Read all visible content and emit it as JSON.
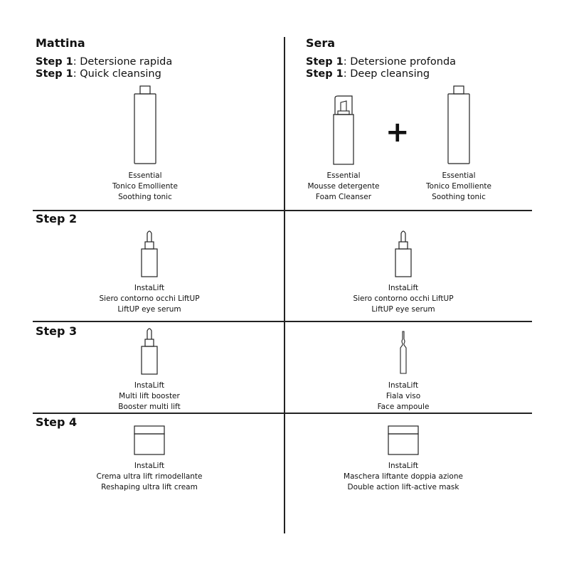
{
  "morning": {
    "title": "Mattina",
    "step1_label": "Step 1",
    "step1_it": ": Detersione rapida",
    "step1_en": ": Quick cleansing"
  },
  "evening": {
    "title": "Sera",
    "step1_label": "Step 1",
    "step1_it": ": Detersione profonda",
    "step1_en": ": Deep cleansing"
  },
  "step_labels": {
    "step2": "Step 2",
    "step3": "Step 3",
    "step4": "Step 4"
  },
  "plus_sign": "+",
  "products": {
    "m1": {
      "brand": "Essential",
      "name_it": "Tonico Emolliente",
      "name_en": "Soothing tonic",
      "icon": "bottle-icon"
    },
    "e1a": {
      "brand": "Essential",
      "name_it": "Mousse detergente",
      "name_en": "Foam Cleanser",
      "icon": "foam-pump-icon"
    },
    "e1b": {
      "brand": "Essential",
      "name_it": "Tonico Emolliente",
      "name_en": "Soothing tonic",
      "icon": "bottle-icon"
    },
    "m2": {
      "brand": "InstaLift",
      "name_it": "Siero contorno occhi LiftUP",
      "name_en": "LiftUP eye serum",
      "icon": "dropper-bottle-icon"
    },
    "e2": {
      "brand": "InstaLift",
      "name_it": "Siero contorno occhi LiftUP",
      "name_en": "LiftUP eye serum",
      "icon": "dropper-bottle-icon"
    },
    "m3": {
      "brand": "InstaLift",
      "name_it": "Multi lift booster",
      "name_en": "Booster multi lift",
      "icon": "dropper-bottle-icon"
    },
    "e3": {
      "brand": "InstaLift",
      "name_it": "Fiala viso",
      "name_en": "Face ampoule",
      "icon": "ampoule-icon"
    },
    "m4": {
      "brand": "InstaLift",
      "name_it": "Crema ultra lift rimodellante",
      "name_en": "Reshaping ultra lift cream",
      "icon": "cream-jar-icon"
    },
    "e4": {
      "brand": "InstaLift",
      "name_it": "Maschera liftante doppia azione",
      "name_en": "Double action lift-active mask",
      "icon": "cream-jar-icon"
    }
  }
}
